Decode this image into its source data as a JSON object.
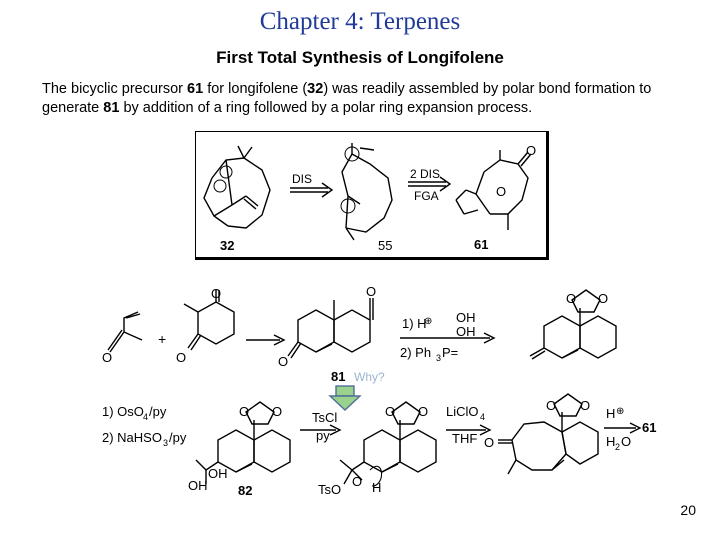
{
  "header": {
    "title": "Chapter 4: Terpenes",
    "subtitle": "First Total Synthesis of Longifolene"
  },
  "intro": {
    "p1": "The bicyclic precursor ",
    "c61": "61",
    "p2": " for longifolene (",
    "c32": "32",
    "p3": ") was readily assembled by polar bond formation to generate ",
    "c81": "81",
    "p4": " by addition of a ring followed by a polar ring expansion process."
  },
  "retro": {
    "arrow1": "DIS",
    "arrow2": "2 DIS",
    "arrow2b": "FGA",
    "labels": [
      "32",
      "55",
      "61"
    ]
  },
  "scheme": {
    "step1_reagent_a": "1) H",
    "step1_reagent_b": "OH",
    "step1_reagent_c": "OH",
    "step1_reagent_d": "2)  Ph",
    "step1_reagent_d_sub": "3",
    "step1_reagent_d_end": "P=",
    "compound_81": "81",
    "why": "Why?",
    "step2_reagent_a": "1) OsO",
    "step2_reagent_a_sub": "4",
    "step2_reagent_a_end": "/py",
    "step2_reagent_b": "2) NaHSO",
    "step2_reagent_b_sub": "3",
    "step2_reagent_b_end": "/py",
    "step3_reagent_a": "TsCl",
    "step3_reagent_b": "py",
    "step4_reagent_a": "LiClO",
    "step4_reagent_a_sub": "4",
    "step4_reagent_b": "THF",
    "step5_reagent_a": "H",
    "step5_reagent_b": "H",
    "step5_reagent_b_sub": "2",
    "step5_reagent_b_end": "O",
    "product": "61",
    "compound_82": "82",
    "oh_top": "OH",
    "oh_bottom": "OH",
    "ts_label": "TsO",
    "h_label": "H",
    "o_label": "O"
  },
  "page_number": "20"
}
